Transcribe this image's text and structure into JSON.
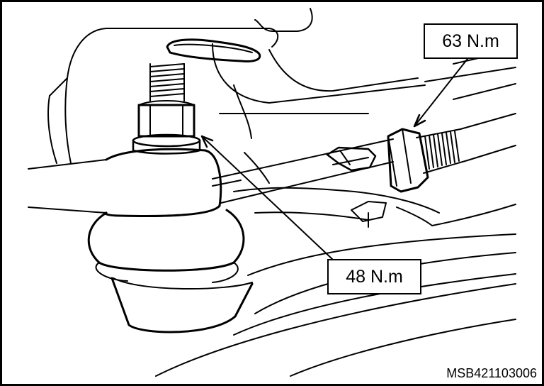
{
  "callouts": {
    "tie_rod_locknut_torque": "63 N.m",
    "ball_joint_nut_torque": "48 N.m"
  },
  "diagram_code": "MSB421103006",
  "colors": {
    "line": "#000000",
    "background": "#ffffff"
  }
}
